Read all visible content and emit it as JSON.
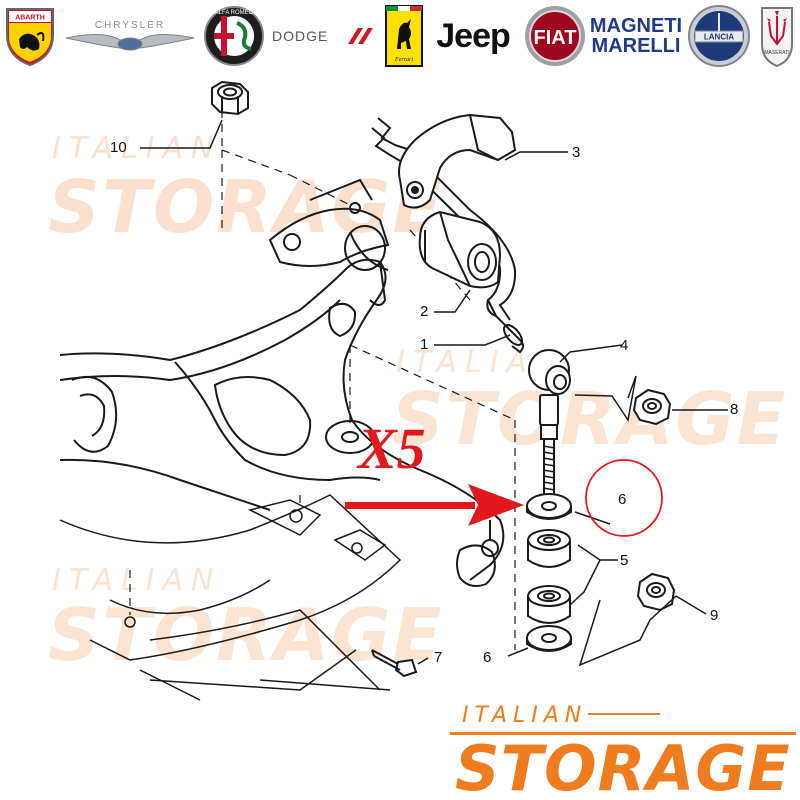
{
  "brands": {
    "abarth": "ABARTH",
    "chrysler": "CHRYSLER",
    "alfa_romeo": "ALFA ROMEO",
    "dodge": "DODGE",
    "ferrari": "Ferrari",
    "jeep": "Jeep",
    "fiat": "FIAT",
    "magneti_marelli_line1": "MAGNETI",
    "magneti_marelli_line2": "MARELLI",
    "lancia": "LANCIA",
    "maserati": "MASERATI"
  },
  "watermark": {
    "line1": "ITALIAN",
    "line2": "STORAGE"
  },
  "callouts": {
    "c1": "1",
    "c2": "2",
    "c3": "3",
    "c4": "4",
    "c5": "5",
    "c6a": "6",
    "c6b": "6",
    "c7": "7",
    "c8": "8",
    "c9": "9",
    "c10": "10"
  },
  "quantity_mark": "X5",
  "colors": {
    "highlight_red": "#e3181c",
    "brand_orange": "#f07c20",
    "line_dark": "#1a1a1a"
  }
}
